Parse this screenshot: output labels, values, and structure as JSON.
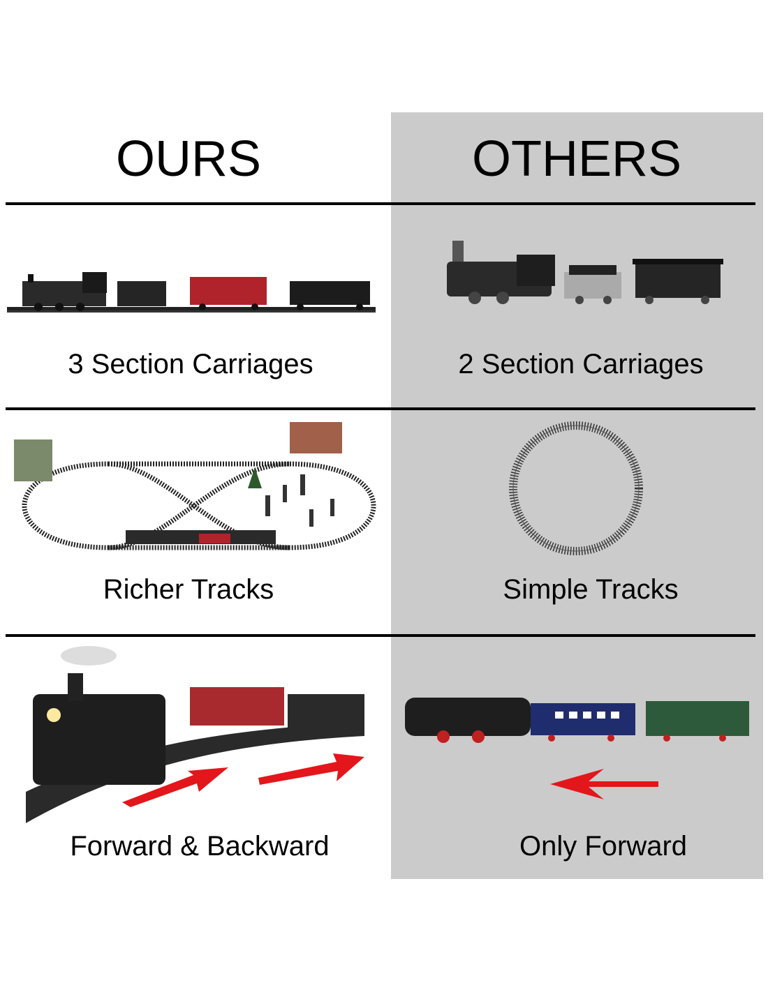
{
  "columns": {
    "ours": "OURS",
    "others": "OTHERS"
  },
  "rows": [
    {
      "ours": "3 Section Carriages",
      "others": "2 Section Carriages"
    },
    {
      "ours": "Richer Tracks",
      "others": "Simple Tracks"
    },
    {
      "ours": "Forward & Backward",
      "others": "Only Forward"
    }
  ],
  "colors": {
    "panel": "#cbcbcb",
    "arrow": "#e3161c"
  }
}
